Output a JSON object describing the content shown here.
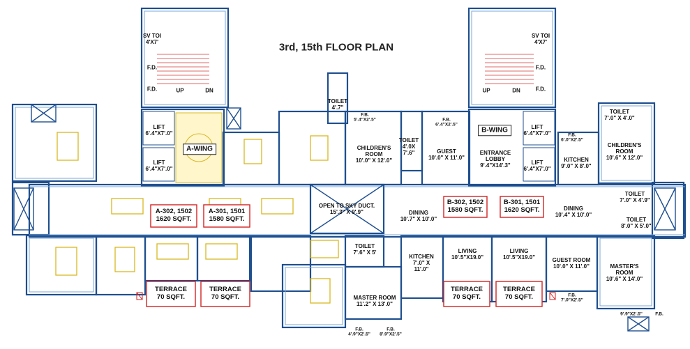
{
  "plan": {
    "title": "3rd, 15th FLOOR PLAN",
    "colors": {
      "wall": "#1f4f8f",
      "lightwall": "#7aa7d8",
      "red": "#d22222",
      "furniture": "#d8b820",
      "stair": "#e06a6a",
      "shade": "#f3f3f3"
    },
    "wings": {
      "a_wing": "A-WING",
      "b_wing": "B-WING"
    },
    "units": {
      "a302": "A-302, 1502\n1620 SQFT.",
      "a301": "A-301, 1501\n1580 SQFT.",
      "b302": "B-302, 1502\n1580 SQFT.",
      "b301": "B-301, 1501\n1620 SQFT."
    },
    "rooms": {
      "sv_toilet_left": "SV TOI\n4'X7'",
      "sv_toilet_right": "SV TOI\n4'X7'",
      "fd_1": "F.D.",
      "fd_2": "F.D.",
      "fd_3": "F.D.",
      "fd_4": "F.D.",
      "up_left": "UP",
      "dn_left": "DN",
      "up_right": "UP",
      "dn_right": "DN",
      "lift_a1": "LIFT\n6'.4\"X7'.0\"",
      "lift_a2": "LIFT\n6'.4\"X7'.0\"",
      "lift_b1": "LIFT\n6'.4\"X7'.0\"",
      "lift_b2": "LIFT\n6'.4\"X7'.0\"",
      "toilet_top": "TOILET\n4'.7\"",
      "fb_1": "F.B.\n5'.4\"X2'.5\"",
      "fb_2": "F.B.\n6'.4\"X2'.5\"",
      "fb_3": "F.B.\n6'.0\"X2'.5\"",
      "childrens_room_mid": "CHILDREN'S\nROOM\n10'.0\" X 12'.0\"",
      "toilet_mid": "TOILET\n4'.0X\n7'.6\"",
      "guest_mid": "GUEST\n10'.0\" X 11'.0\"",
      "entrance_lobby": "ENTRANCE\nLOBBY\n9'.4\"X14'.3\"",
      "kitchen_right": "KITCHEN\n9'.0\" X 8'.0\"",
      "toilet_right_top": "TOILET\n7'.0\" X 4'.0\"",
      "childrens_room_right": "CHILDREN'S\nROOM\n10'.6\" X 12'.0\"",
      "open_to_sky": "OPEN TO SKY DUCT.\n15'.3\" X 9'.9\"",
      "dining_mid": "DINING\n10'.7\" X 10'.0\"",
      "dining_right": "DINING\n10'.4\" X 10'.0\"",
      "toilet_right_mid1": "TOILET\n7'.0\" X 4'.9\"",
      "toilet_right_mid2": "TOILET\n8'.0\" X 5'.0\"",
      "toilet_mid_low": "TOILET\n7'.6\" X 5'",
      "kitchen_mid": "KITCHEN\n7'.0\" X\n11'.0\"",
      "living_b302": "LIVING\n10'.5\"X19.0\"",
      "living_b301": "LIVING\n10'.5\"X19.0\"",
      "guest_room_right": "GUEST ROOM\n10'.0\" X 11'.0\"",
      "masters_room_right": "MASTER'S\nROOM\n10'.6\" X 14'.0\"",
      "master_room_mid": "MASTER ROOM\n11'.2\" X 13'.0\"",
      "fb_low1": "F.B.\n4'.9\"X2'.5\"",
      "fb_low2": "F.B.\n8'.9\"X2'.5\"",
      "fb_low3": "F.B.\n7'.0\"X2'.5\"",
      "fb_low4": "9'.9\"X2'.5\"",
      "fb_low5": "F.B."
    },
    "terraces": {
      "t1": "TERRACE\n70 SQFT.",
      "t2": "TERRACE\n70 SQFT.",
      "t3": "TERRACE\n70 SQFT.",
      "t4": "TERRACE\n70 SQFT."
    }
  }
}
